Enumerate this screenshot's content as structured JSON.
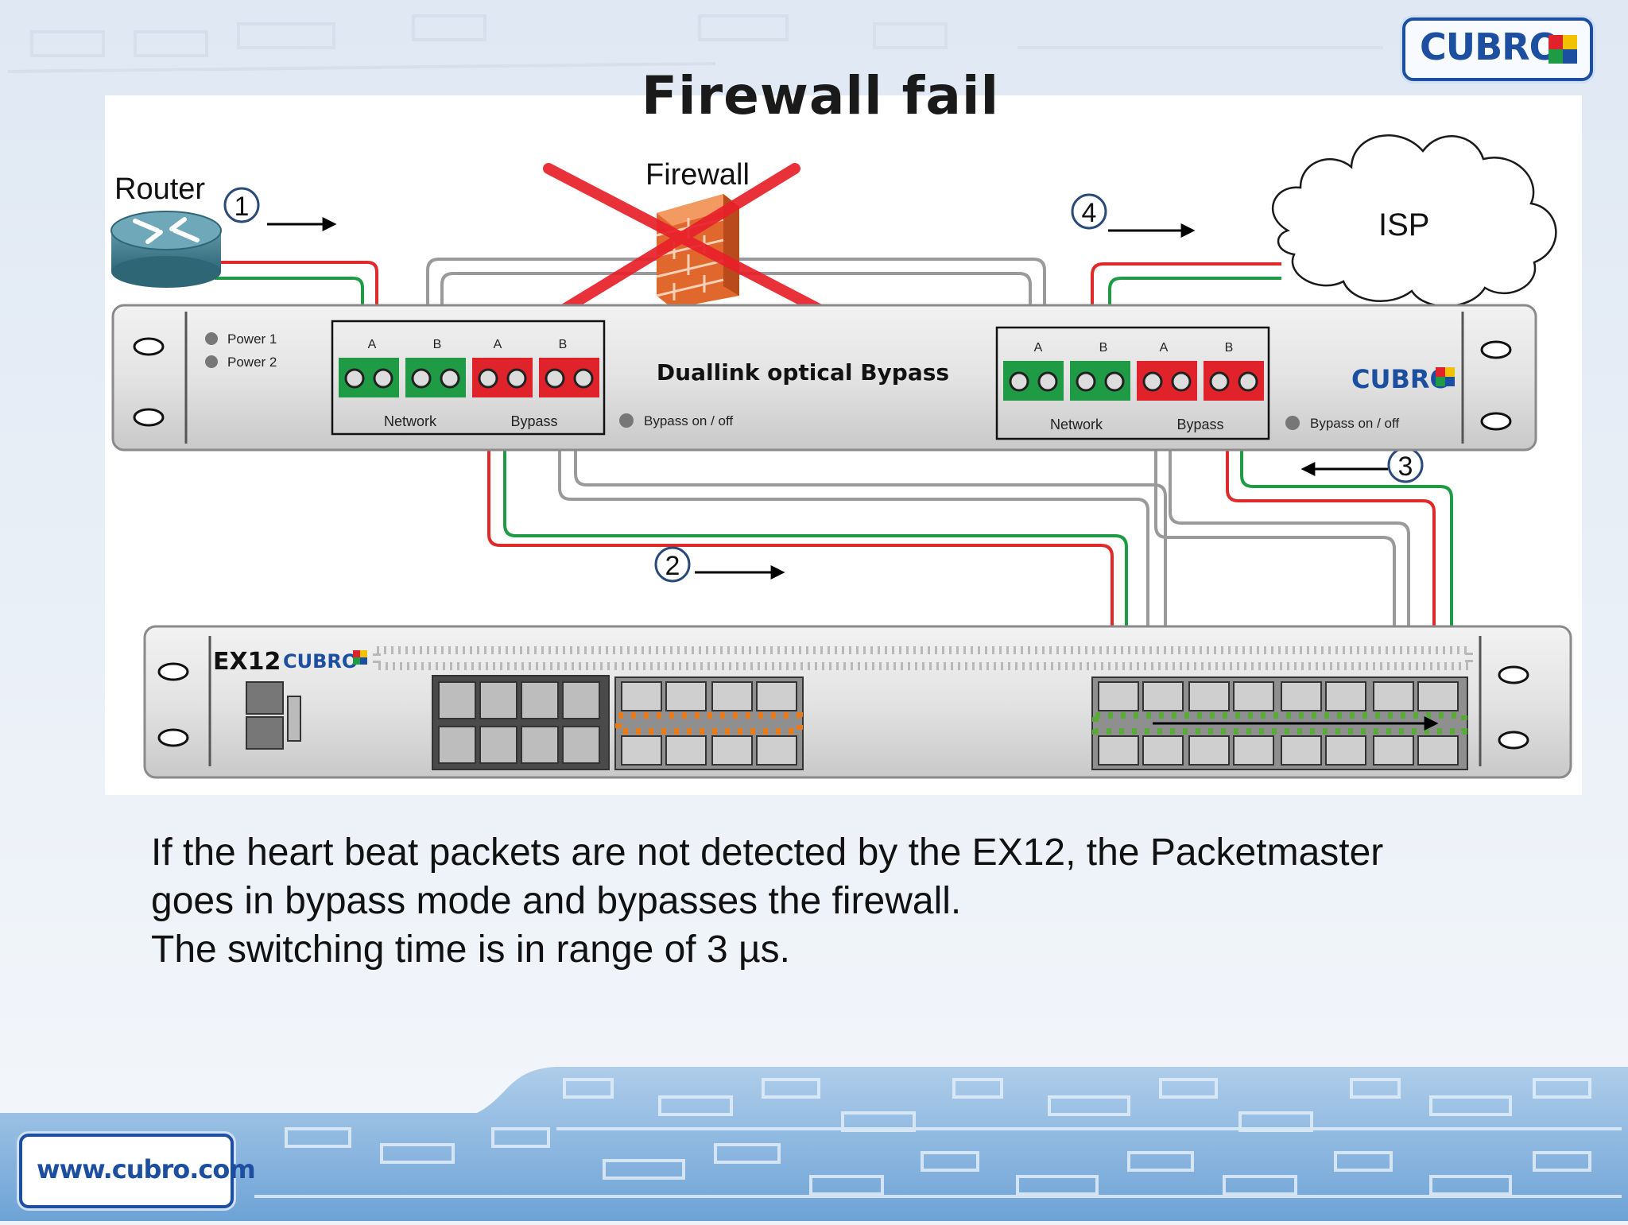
{
  "slide": {
    "title": "Firewall fail",
    "brand_logo": "CUBRO",
    "website": "www.cubro.com",
    "body_lines": [
      "If the heart beat packets are not detected by the EX12, the Packetmaster",
      "goes in bypass mode and bypasses the firewall.",
      "The switching time is in range of 3 µs."
    ]
  },
  "diagram": {
    "router_label": "Router",
    "firewall_label": "Firewall",
    "isp_label": "ISP",
    "steps": [
      "1",
      "2",
      "3",
      "4"
    ],
    "bypass_device": {
      "name": "Duallink optical Bypass",
      "brand": "CUBRO",
      "power1": "Power 1",
      "power2": "Power 2",
      "port_letters": [
        "A",
        "B",
        "A",
        "B"
      ],
      "network_label": "Network",
      "bypass_label": "Bypass",
      "bypass_toggle": "Bypass on / off"
    },
    "packetmaster": {
      "model": "EX12",
      "brand": "CUBRO"
    },
    "colors": {
      "link_red": "#e02a2a",
      "link_green": "#1f9a45",
      "link_gray": "#9a9a9a",
      "port_green": "#1f9a45",
      "port_red": "#e0222a",
      "brand_blue": "#1d4fa0",
      "x_mark": "#e8202a"
    }
  }
}
